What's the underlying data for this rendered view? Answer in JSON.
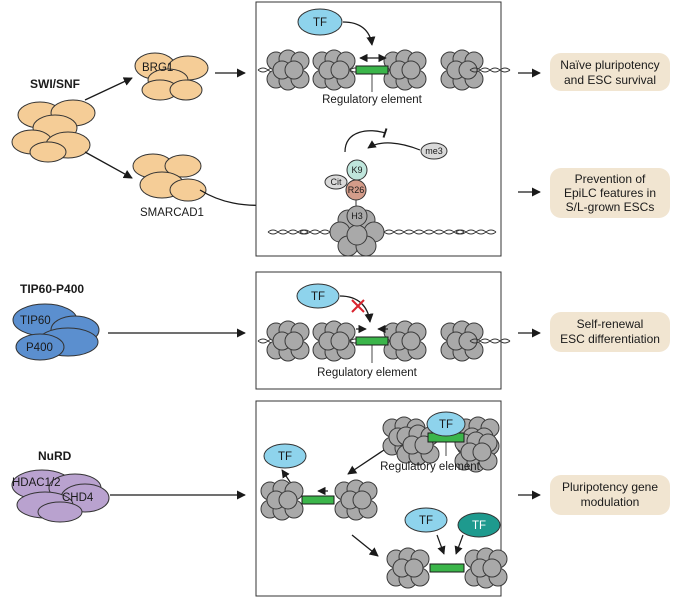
{
  "complexes": {
    "swisnf": {
      "title": "SWI/SNF",
      "sub1": "BRG1",
      "sub2": "SMARCAD1"
    },
    "tip60": {
      "title": "TIP60-P400",
      "sub1": "TIP60",
      "sub2": "P400"
    },
    "nurd": {
      "title": "NuRD",
      "sub1": "HDAC1/2",
      "sub2": "CHD4"
    }
  },
  "labels": {
    "tf": "TF",
    "regulatory_element": "Regulatory element",
    "me3": "me3",
    "k9": "K9",
    "cit": "Cit",
    "r26": "R26",
    "h3": "H3"
  },
  "outcomes": {
    "o1": {
      "line1": "Naïve pluripotency",
      "line2": "and ESC survival"
    },
    "o2": {
      "line1": "Prevention of",
      "line2": "EpiLC features in",
      "line3": "S/L-grown ESCs"
    },
    "o3": {
      "line1": "Self-renewal",
      "line2": "ESC differentiation"
    },
    "o4": {
      "line1": "Pluripotency gene",
      "line2": "modulation"
    }
  },
  "colors": {
    "swisnf": "#f5cd97",
    "tip60": "#5b8fcf",
    "nurd": "#b9a2cf",
    "tf": "#8ed3ec",
    "tf_dark": "#1e9a8e",
    "nucleosome": "#a9a9a9",
    "regulatory_element": "#3bb54a",
    "outcome_box": "#f1e5d1",
    "k9": "#bfe6dc",
    "r26": "#d49c8a",
    "cit": "#d9d9d9",
    "blocked": "#d9232e"
  }
}
